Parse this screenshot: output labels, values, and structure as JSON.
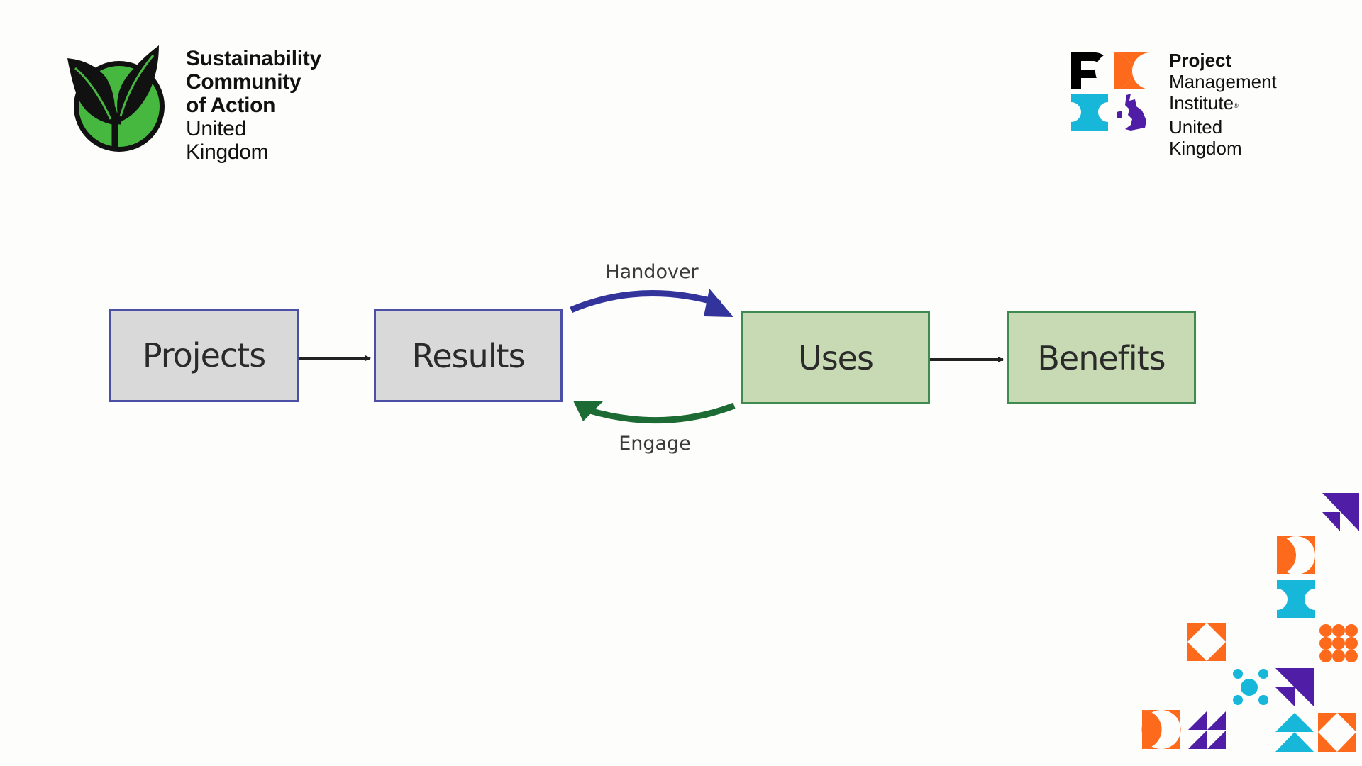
{
  "logos": {
    "left": {
      "lines_bold": [
        "Sustainability",
        "Community",
        "of Action"
      ],
      "line_regular": "United Kingdom",
      "icon": "sprout-in-circle-icon",
      "colors": {
        "circle": "#46b83f",
        "leaves": "#111111"
      }
    },
    "right": {
      "line_bold": "Project",
      "lines_regular": [
        "Management",
        "Institute",
        "United Kingdom"
      ],
      "registered_mark": "®",
      "icon": "pmi-mark-icon",
      "colors": {
        "p": "#000000",
        "bowtie": "#fe6a1c",
        "i": "#17b7d9",
        "uk_map": "#4f1da6"
      }
    }
  },
  "diagram": {
    "nodes": [
      {
        "id": "projects",
        "label": "Projects",
        "style": "gray"
      },
      {
        "id": "results",
        "label": "Results",
        "style": "gray"
      },
      {
        "id": "uses",
        "label": "Uses",
        "style": "green"
      },
      {
        "id": "benefits",
        "label": "Benefits",
        "style": "green"
      }
    ],
    "edges": [
      {
        "from": "projects",
        "to": "results",
        "label": ""
      },
      {
        "from": "results",
        "to": "uses",
        "label": "Handover",
        "color": "#32349b"
      },
      {
        "from": "uses",
        "to": "results",
        "label": "Engage",
        "color": "#1c6b35"
      },
      {
        "from": "uses",
        "to": "benefits",
        "label": ""
      }
    ],
    "colors": {
      "gray_fill": "#d9d9d9",
      "gray_border": "#4b4fa6",
      "green_fill": "#c8dab3",
      "green_border": "#3f8a4e",
      "arrow": "#222222"
    }
  },
  "decoration": {
    "palette": {
      "orange": "#fe6a1c",
      "cyan": "#17b7d9",
      "purple": "#4f1da6"
    }
  }
}
